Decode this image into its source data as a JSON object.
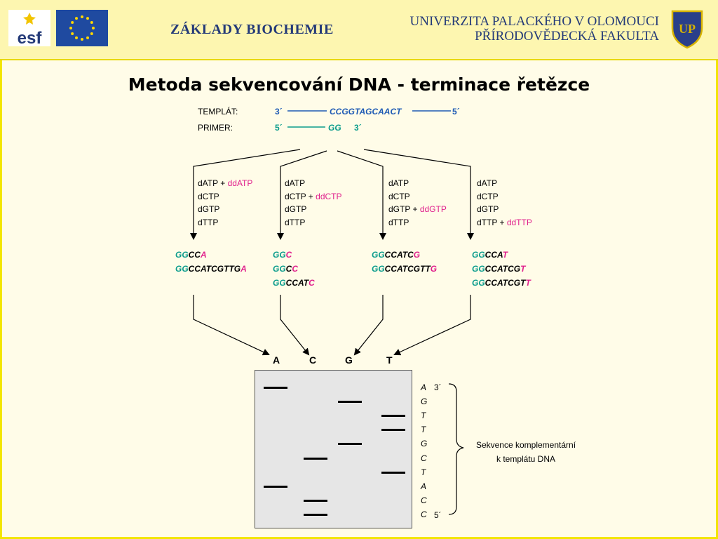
{
  "header": {
    "logo_esf": "esf",
    "course": "ZÁKLADY BIOCHEMIE",
    "university_line1": "UNIVERZITA PALACKÉHO V OLOMOUCI",
    "university_line2": "PŘÍRODOVĚDECKÁ FAKULTA",
    "shield_letters": "UP"
  },
  "title": "Metoda sekvencování DNA - terminace řetězce",
  "template": {
    "label": "TEMPLÁT:",
    "end_left": "3´",
    "sequence": "CCGGTAGCAACT",
    "end_right": "5´"
  },
  "primer": {
    "label": "PRIMER:",
    "end_left": "5´",
    "sequence": "GG",
    "end_right": "3´"
  },
  "reactions": [
    {
      "lines": [
        {
          "d": "dATP",
          "plus": " + ",
          "dd": "ddATP"
        },
        {
          "d": "dCTP"
        },
        {
          "d": "dGTP"
        },
        {
          "d": "dTTP"
        }
      ]
    },
    {
      "lines": [
        {
          "d": "dATP"
        },
        {
          "d": "dCTP",
          "plus": " + ",
          "dd": "ddCTP"
        },
        {
          "d": "dGTP"
        },
        {
          "d": "dTTP"
        }
      ]
    },
    {
      "lines": [
        {
          "d": "dATP"
        },
        {
          "d": "dCTP"
        },
        {
          "d": "dGTP",
          "plus": " + ",
          "dd": "ddGTP"
        },
        {
          "d": "dTTP"
        }
      ]
    },
    {
      "lines": [
        {
          "d": "dATP"
        },
        {
          "d": "dCTP"
        },
        {
          "d": "dGTP"
        },
        {
          "d": "dTTP",
          "plus": " + ",
          "dd": "ddTTP"
        }
      ]
    }
  ],
  "products": [
    [
      {
        "primer": "GG",
        "body": "CC",
        "term": "A"
      },
      {
        "primer": "GG",
        "body": "CCATCGTTG",
        "term": "A"
      }
    ],
    [
      {
        "primer": "GG",
        "body": "",
        "term": "C"
      },
      {
        "primer": "GG",
        "body": "C",
        "term": "C"
      },
      {
        "primer": "GG",
        "body": "CCAT",
        "term": "C"
      }
    ],
    [
      {
        "primer": "GG",
        "body": "CCATC",
        "term": "G"
      },
      {
        "primer": "GG",
        "body": "CCATCGTT",
        "term": "G"
      }
    ],
    [
      {
        "primer": "GG",
        "body": "CCA",
        "term": "T"
      },
      {
        "primer": "GG",
        "body": "CCATCG",
        "term": "T"
      },
      {
        "primer": "GG",
        "body": "CCATCGT",
        "term": "T"
      }
    ]
  ],
  "lanes": [
    "A",
    "C",
    "G",
    "T"
  ],
  "gel_reading": [
    "A",
    "G",
    "T",
    "T",
    "G",
    "C",
    "T",
    "A",
    "C",
    "C"
  ],
  "reading_ends": {
    "top": "3´",
    "bottom": "5´"
  },
  "note": {
    "line1": "Sekvence komplementární",
    "line2": "k templátu DNA"
  },
  "colors": {
    "primer": "#0b9c8c",
    "dideoxy": "#e0208c",
    "template": "#1e5ab4",
    "gel": "#e6e6e6",
    "header": "#fdf6b0"
  }
}
